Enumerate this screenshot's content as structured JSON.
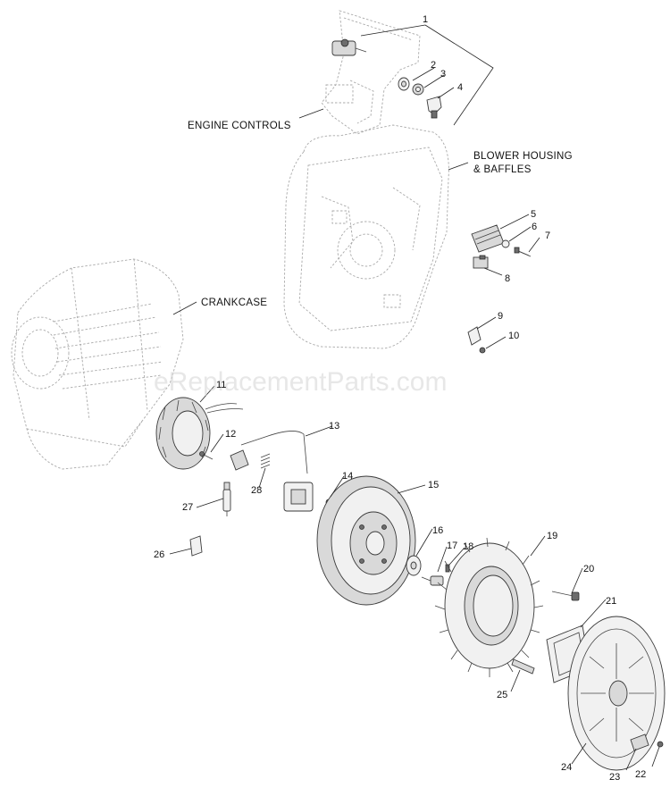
{
  "watermark": "eReplacementParts.com",
  "section_labels": {
    "engine_controls": "ENGINE CONTROLS",
    "blower_housing_line1": "BLOWER HOUSING",
    "blower_housing_line2": "& BAFFLES",
    "crankcase": "CRANKCASE"
  },
  "callouts": {
    "c1": "1",
    "c2": "2",
    "c3": "3",
    "c4": "4",
    "c5": "5",
    "c6": "6",
    "c7": "7",
    "c8": "8",
    "c9": "9",
    "c10": "10",
    "c11": "11",
    "c12": "12",
    "c13": "13",
    "c14": "14",
    "c15": "15",
    "c16": "16",
    "c17": "17",
    "c18": "18",
    "c19": "19",
    "c20": "20",
    "c21": "21",
    "c22": "22",
    "c23": "23",
    "c24": "24",
    "c25": "25",
    "c26": "26",
    "c27": "27",
    "c28": "28"
  }
}
